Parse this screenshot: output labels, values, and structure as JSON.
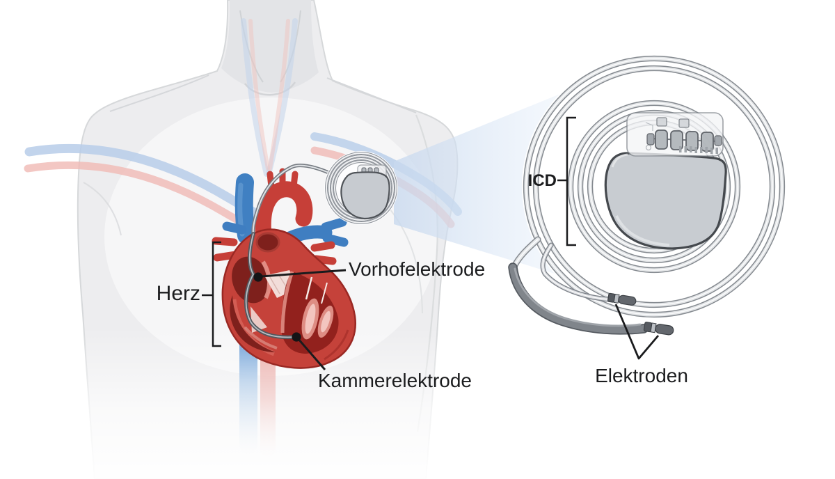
{
  "labels": {
    "heart": "Herz",
    "atrial_electrode": "Vorhofelektrode",
    "ventricular_electrode": "Kammerelektrode",
    "device": "ICD",
    "electrodes": "Elektroden"
  },
  "palette": {
    "background": "#ffffff",
    "torso_gray": "#ececee",
    "pale_vein_blue": "#b7cde9",
    "pale_artery_red": "#f0b9b4",
    "heart_red": "#c5423a",
    "heart_cavity_dark": "#7e201c",
    "vessel_blue": "#3f7ec1",
    "magnifier_beam_blue": "#cfdff2",
    "device_can_gray": "#c8ccd1",
    "device_outline": "#45494e",
    "lead_tube_light": "#e3e5e7",
    "lead_edge_gray": "#858a90",
    "shock_coil_gray": "#6e7378",
    "annotation_black": "#1a1b1d"
  }
}
